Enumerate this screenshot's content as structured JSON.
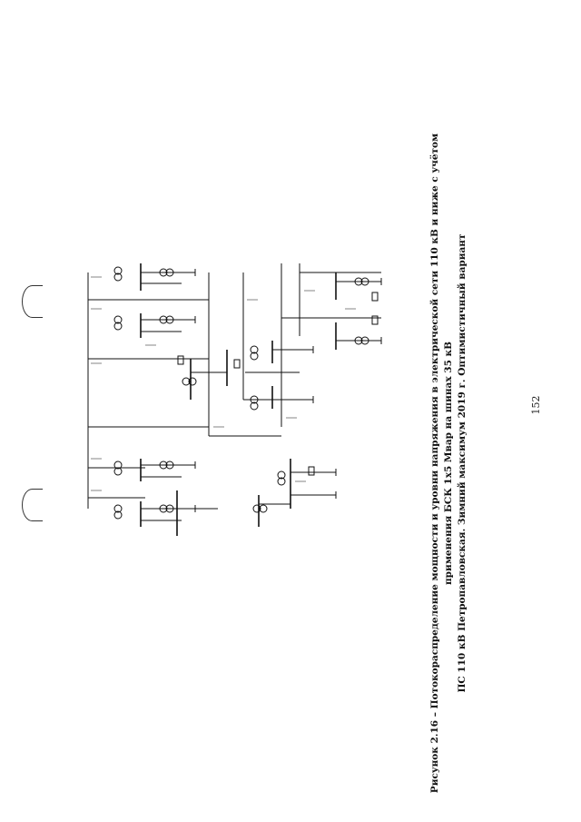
{
  "caption": {
    "line1": "Рисунок 2.16 – Потокораспределение мощности и уровни напряжения в электрической сети 110 кВ и ниже с учётом применения БСК 1х5 Мвар на шинах 35 кВ",
    "line2": "ПС 110 кВ Петропавловская. Зимний максимум 2019 г. Оптимистичный вариант"
  },
  "page_number": "152",
  "colors": {
    "ink": "#111111",
    "paper": "#ffffff"
  }
}
